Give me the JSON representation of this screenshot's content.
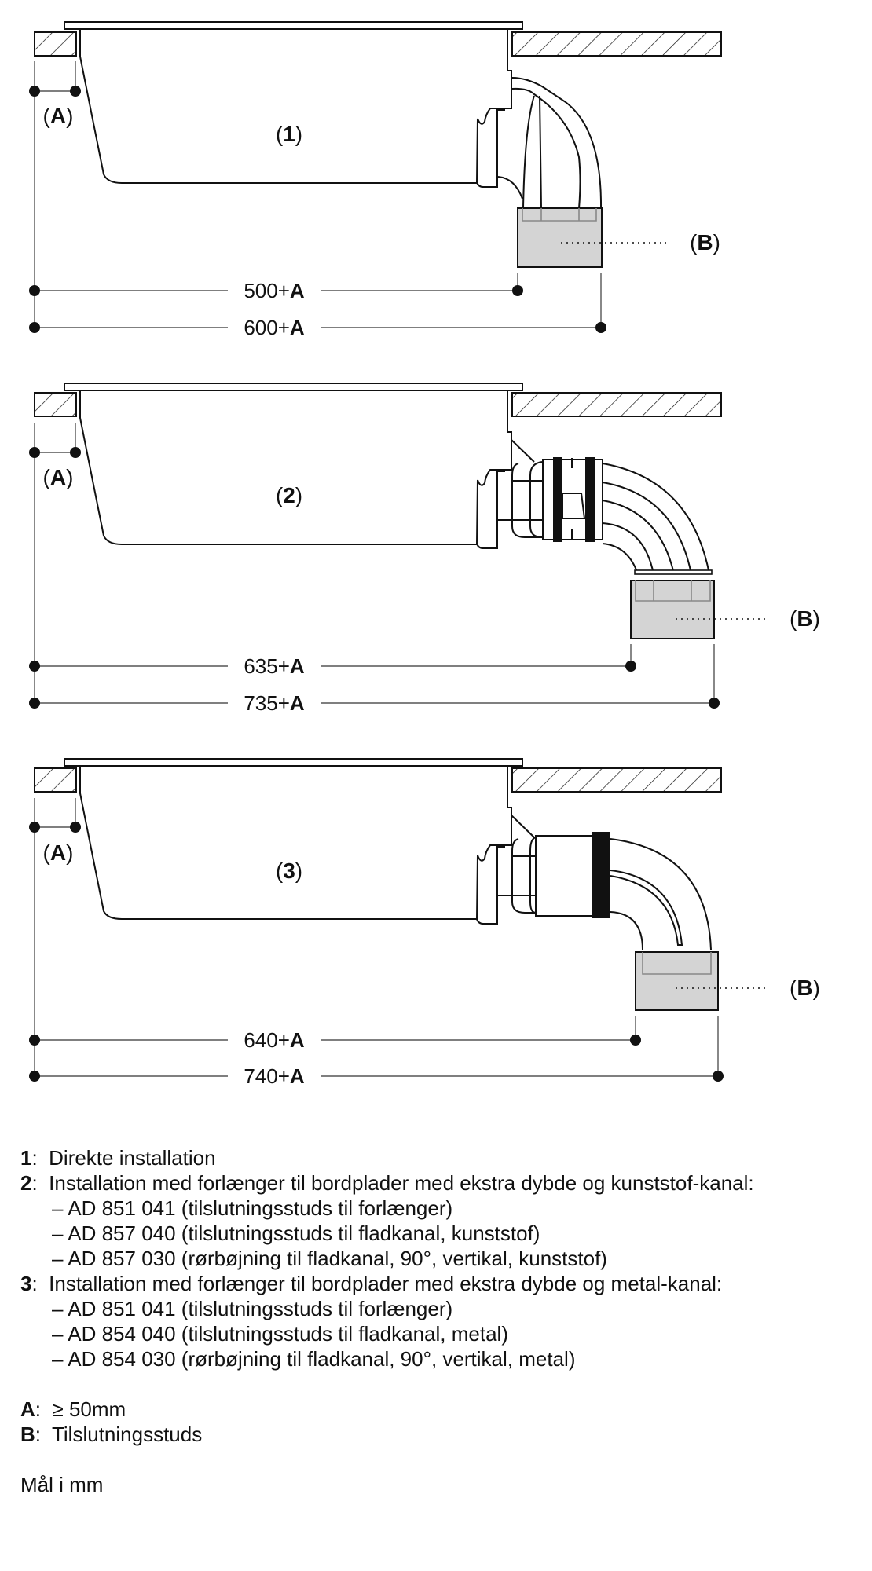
{
  "diagrams": [
    {
      "id": "1",
      "label": "(1)",
      "gap_label": "(A)",
      "connector_label": "(B)",
      "dim_inner": {
        "value": "500+",
        "var": "A"
      },
      "dim_outer": {
        "value": "600+",
        "var": "A"
      },
      "duct": "direct"
    },
    {
      "id": "2",
      "label": "(2)",
      "gap_label": "(A)",
      "connector_label": "(B)",
      "dim_inner": {
        "value": "635+",
        "var": "A"
      },
      "dim_outer": {
        "value": "735+",
        "var": "A"
      },
      "duct": "plastic-extension"
    },
    {
      "id": "3",
      "label": "(3)",
      "gap_label": "(A)",
      "connector_label": "(B)",
      "dim_inner": {
        "value": "640+",
        "var": "A"
      },
      "dim_outer": {
        "value": "740+",
        "var": "A"
      },
      "duct": "metal-extension"
    }
  ],
  "legend": {
    "items": [
      {
        "key": "1",
        "text": "Direkte installation",
        "subitems": []
      },
      {
        "key": "2",
        "text": "Installation med forlænger til bordplader med ekstra dybde og kunststof-kanal:",
        "subitems": [
          "– AD 851 041 (tilslutningsstuds til forlænger)",
          "– AD 857 040 (tilslutningsstuds til fladkanal, kunststof)",
          "– AD 857 030 (rørbøjning til fladkanal, 90°, vertikal, kunststof)"
        ]
      },
      {
        "key": "3",
        "text": "Installation med forlænger til bordplader med ekstra dybde og metal-kanal:",
        "subitems": [
          "– AD 851 041 (tilslutningsstuds til forlænger)",
          "– AD 854 040 (tilslutningsstuds til fladkanal, metal)",
          "– AD 854 030 (rørbøjning til fladkanal, 90°, vertikal, metal)"
        ]
      }
    ],
    "notes": [
      {
        "key": "A",
        "text": "≥ 50mm"
      },
      {
        "key": "B",
        "text": "Tilslutningsstuds"
      }
    ],
    "units": "Mål i mm"
  },
  "colors": {
    "line": "#111111",
    "dim_line": "#555555",
    "connector_fill": "#d4d4d4",
    "connector_inner": "#888888"
  }
}
